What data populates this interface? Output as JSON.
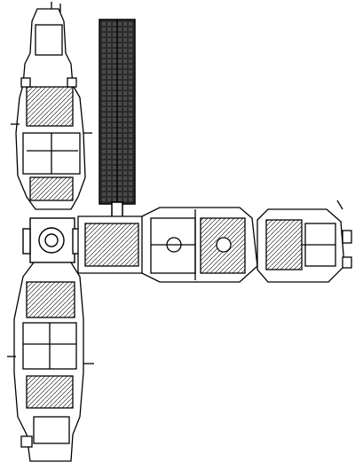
{
  "diagram": {
    "style": "black line-art technical drawing on white",
    "colors": {
      "ink": "#000000",
      "paper": "#ffffff",
      "shade": "#3a3a3a"
    },
    "modules": [
      {
        "id": "upper-vertical-module"
      },
      {
        "id": "lower-vertical-module"
      },
      {
        "id": "central-docking-node"
      },
      {
        "id": "horizontal-core-module"
      },
      {
        "id": "right-end-module"
      },
      {
        "id": "solar-array"
      }
    ]
  }
}
